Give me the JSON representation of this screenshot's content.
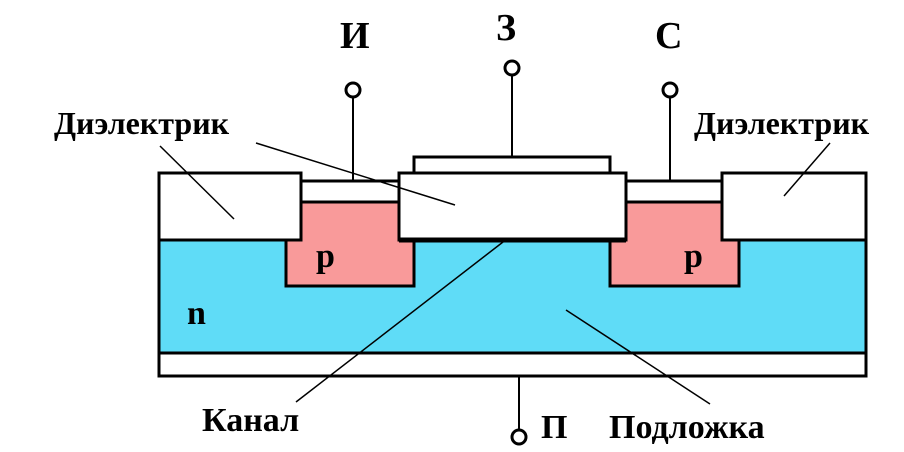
{
  "labels": {
    "source": "И",
    "gate": "З",
    "drain": "С",
    "dielectric_left": "Диэлектрик",
    "dielectric_right": "Диэлектрик",
    "p_left": "p",
    "p_right": "p",
    "n_region": "n",
    "channel": "Канал",
    "substrate_terminal": "П",
    "substrate": "Подложка"
  },
  "colors": {
    "n_region": "#5fdcf7",
    "p_region": "#f99a9a",
    "dielectric": "#ffffff",
    "outline": "#000000"
  }
}
